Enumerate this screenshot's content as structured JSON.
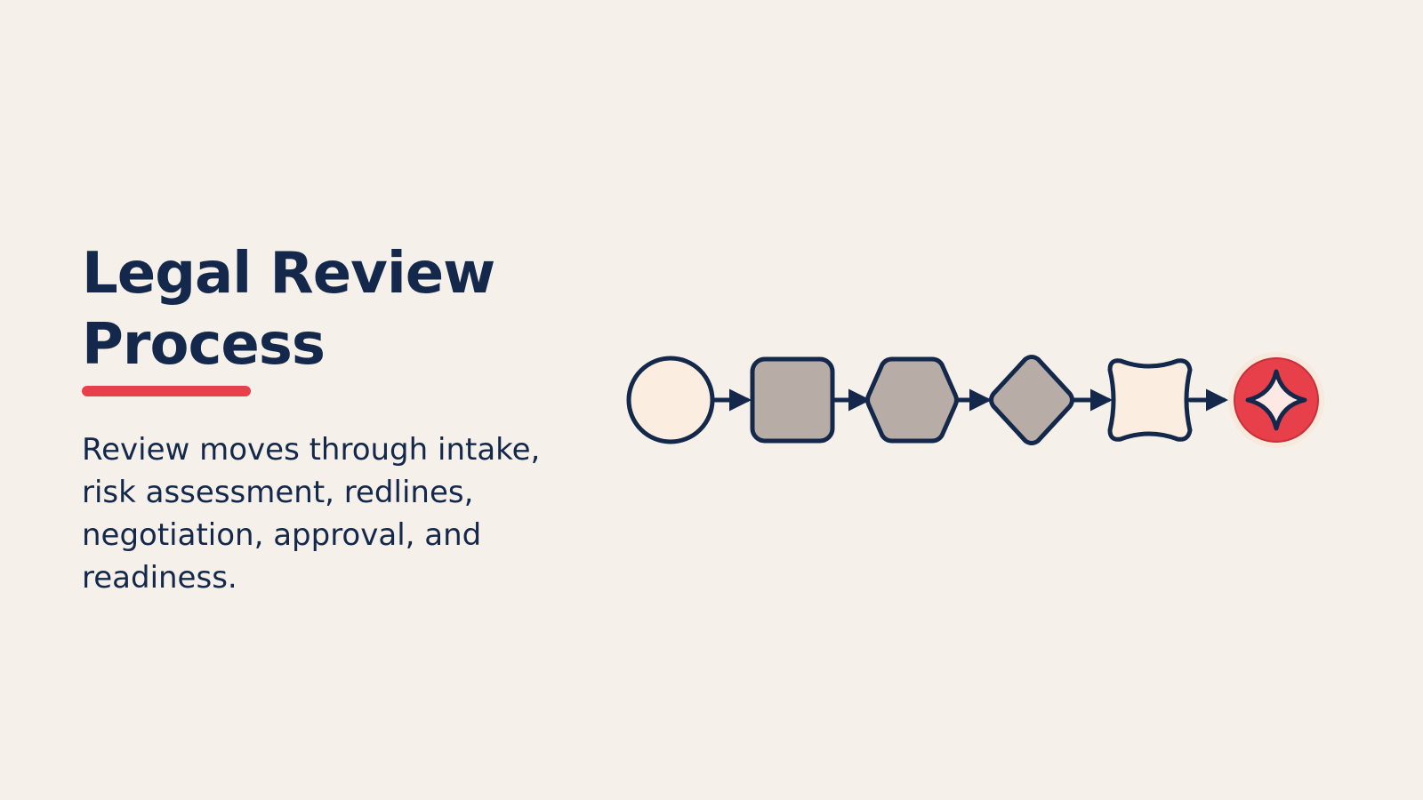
{
  "slide": {
    "title_lines": [
      "Legal Review",
      "Process"
    ],
    "subtitle_lines": [
      "Review moves through intake,",
      "risk assessment, redlines,",
      "negotiation, approval, and",
      "readiness."
    ]
  },
  "colors": {
    "background": "#f5f0e9",
    "navy": "#13284a",
    "accent_red": "#e8404a",
    "cream_fill": "#fbeee1",
    "taupe_fill": "#b8aca6"
  },
  "diagram": {
    "steps": [
      {
        "shape": "circle",
        "fill": "cream"
      },
      {
        "shape": "rounded-square",
        "fill": "taupe"
      },
      {
        "shape": "hexagon",
        "fill": "taupe"
      },
      {
        "shape": "diamond",
        "fill": "taupe"
      },
      {
        "shape": "wavy-square",
        "fill": "cream"
      },
      {
        "shape": "star-badge",
        "fill": "red"
      }
    ]
  }
}
